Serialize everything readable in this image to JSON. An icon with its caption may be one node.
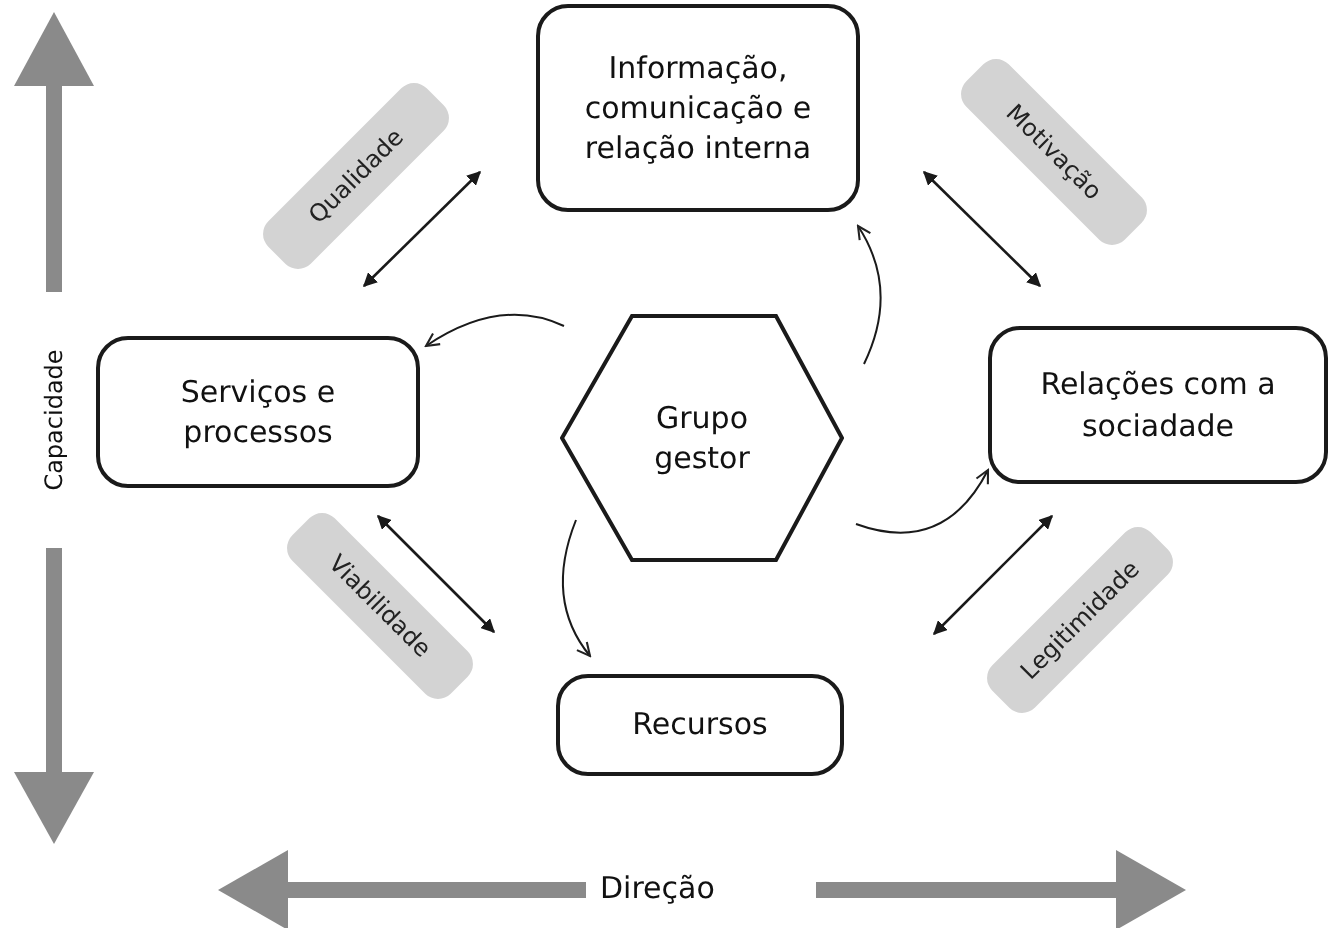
{
  "diagram": {
    "nodes": [
      {
        "text": [
          "Informação, comunicação e relação interna"
        ]
      },
      {
        "text": [
          "Serviços e processos"
        ]
      },
      {
        "text": [
          "Grupo gestor"
        ]
      },
      {
        "text": [
          "Relações com a sociadade"
        ]
      },
      {
        "text": [
          "Recursos"
        ]
      }
    ],
    "edges": [
      {
        "from": 1,
        "to": 0,
        "arrow": "both"
      },
      {
        "from": 0,
        "to": 3,
        "arrow": "both"
      },
      {
        "from": 1,
        "to": 4,
        "arrow": "both"
      },
      {
        "from": 4,
        "to": 3,
        "arrow": "both"
      },
      {
        "from": 2,
        "to": 1,
        "arrow": "to"
      },
      {
        "from": 2,
        "to": 0,
        "arrow": "to"
      },
      {
        "from": 2,
        "to": 3,
        "arrow": "to"
      },
      {
        "from": 2,
        "to": 4,
        "arrow": "to"
      }
    ],
    "labels": [
      "Qualidade",
      "Motivação",
      "Capacidade",
      "Viabilidade",
      "Legitimidade",
      "Direção"
    ]
  }
}
